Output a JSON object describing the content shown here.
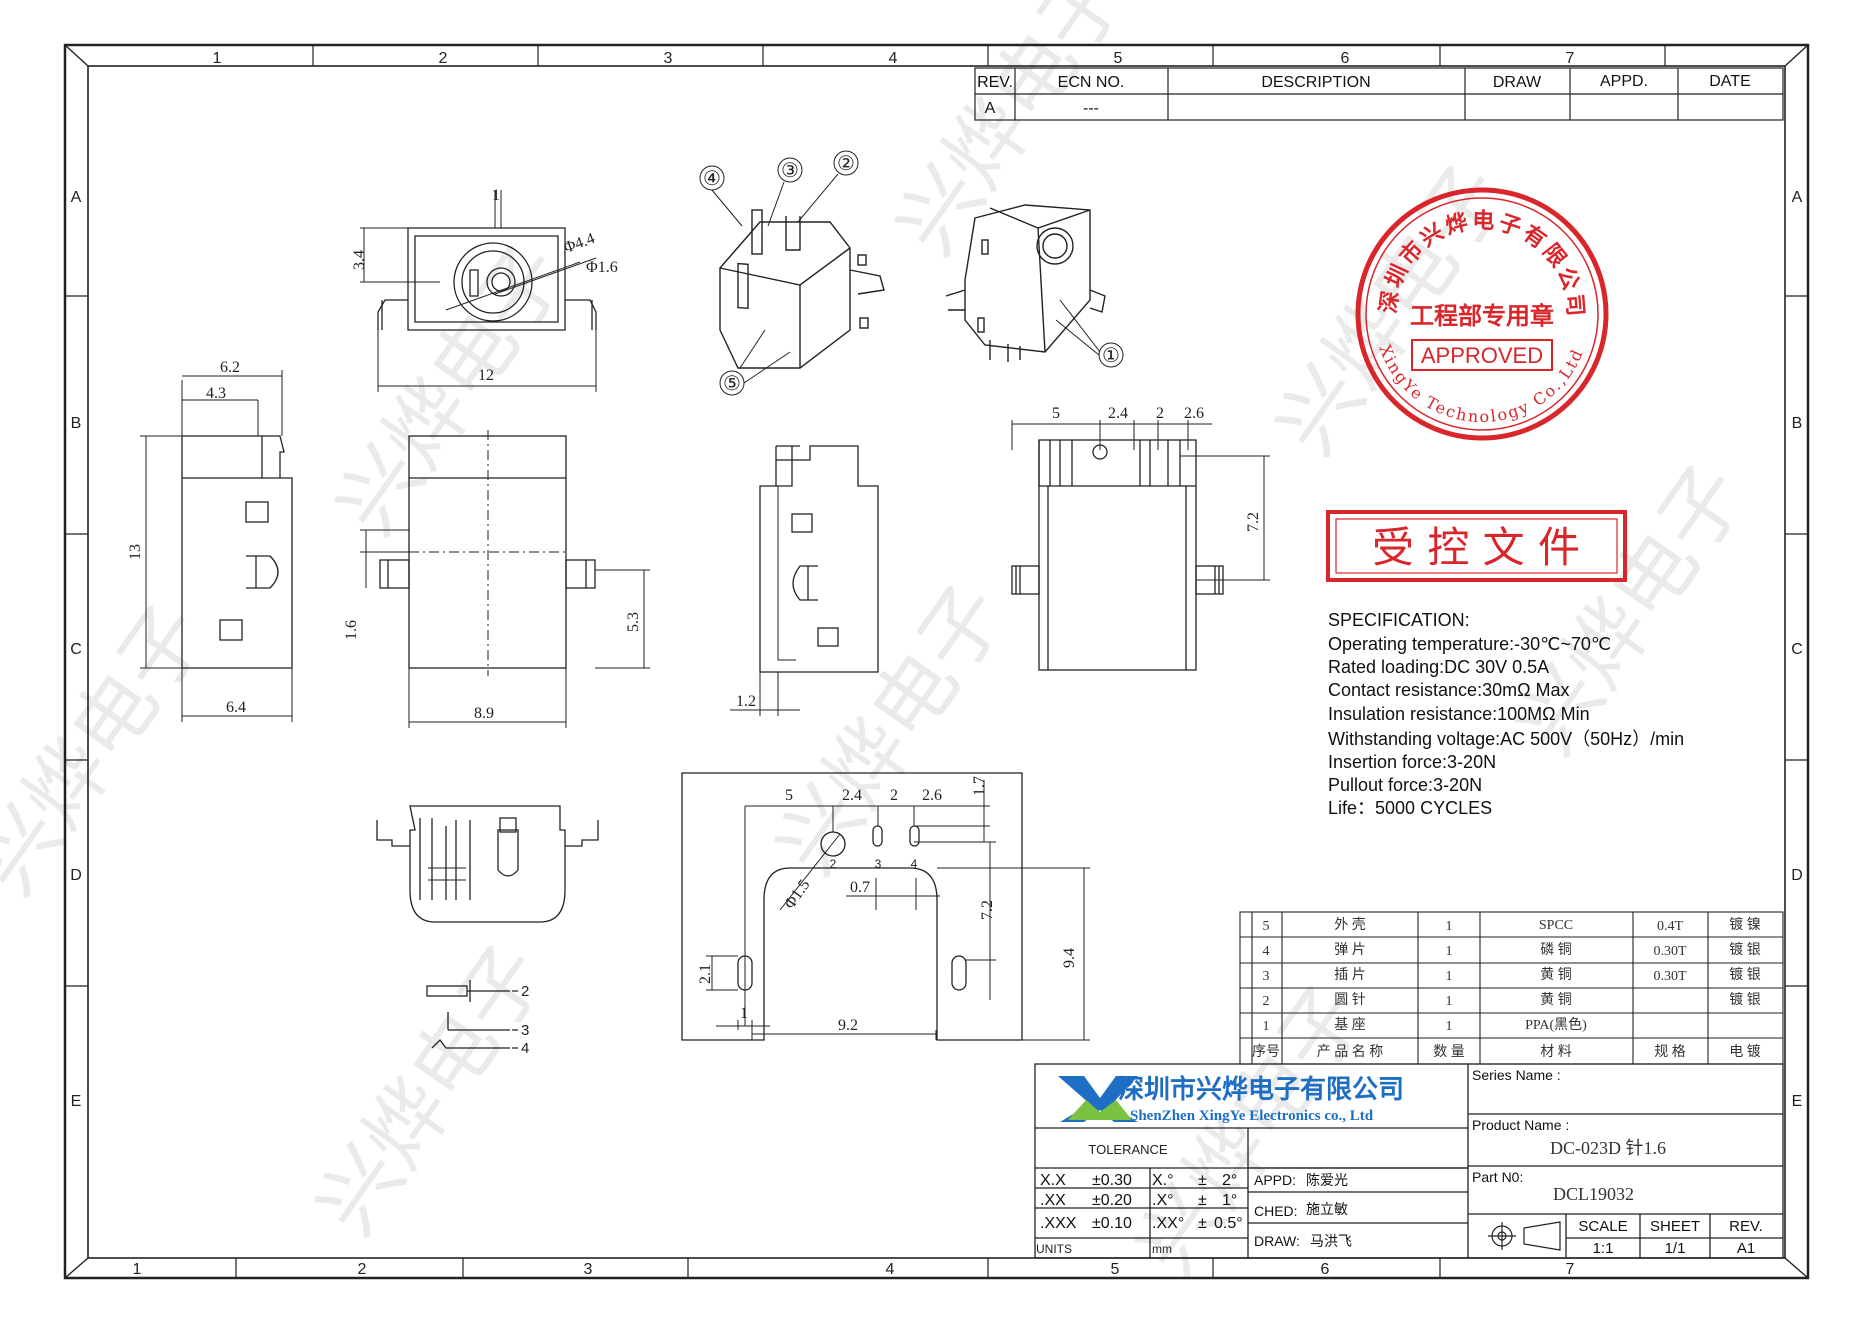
{
  "border": {
    "col_labels": [
      "1",
      "2",
      "3",
      "4",
      "5",
      "6",
      "7"
    ],
    "row_labels": [
      "A",
      "B",
      "C",
      "D",
      "E"
    ]
  },
  "revision_table": {
    "headers": [
      "REV.",
      "ECN NO.",
      "DESCRIPTION",
      "DRAW",
      "APPD.",
      "DATE"
    ],
    "row": [
      "A",
      "---",
      "",
      "",
      "",
      ""
    ]
  },
  "dimensions": {
    "top_view": [
      "1",
      "3.4",
      "Φ4.4",
      "Φ1.6",
      "12"
    ],
    "side_view": [
      "6.2",
      "4.3",
      "13",
      "6.4"
    ],
    "front_view": [
      "1.6",
      "5.3",
      "8.9"
    ],
    "right_view": [
      "1.2"
    ],
    "back_view": [
      "5",
      "2.4",
      "2",
      "2.6",
      "7.2"
    ],
    "pcb_layout": [
      "5",
      "2.4",
      "2",
      "2.6",
      "1.7",
      "Φ1.5",
      "0.7",
      "7.2",
      "9.4",
      "2.1",
      "1",
      "9.2"
    ]
  },
  "callouts": [
    "①",
    "②",
    "③",
    "④",
    "⑤"
  ],
  "pcb_hole_numbers": [
    "2",
    "3",
    "4"
  ],
  "pin_schematic": [
    "2",
    "3",
    "4"
  ],
  "stamp": {
    "ring_text": "深圳市兴烨电子有限公司",
    "ring_text_en": "XingYe Technology Co.,Ltd",
    "middle": "工程部专用章",
    "approved": "APPROVED",
    "controlled": "受 控 文 件",
    "color": "#d9262b"
  },
  "specification": {
    "title": "SPECIFICATION:",
    "lines": [
      "Operating temperature:-30℃~70℃",
      "Rated loading:DC 30V 0.5A",
      "Contact resistance:30mΩ Max",
      "Insulation resistance:100MΩ Min",
      "Withstanding voltage:AC 500V（50Hz）/min",
      "Insertion force:3-20N",
      "Pullout force:3-20N",
      "Life：5000 CYCLES"
    ]
  },
  "bom": {
    "rows": [
      [
        "5",
        "外 壳",
        "1",
        "SPCC",
        "0.4T",
        "镀 镍"
      ],
      [
        "4",
        "弹 片",
        "1",
        "磷 铜",
        "0.30T",
        "镀 银"
      ],
      [
        "3",
        "插 片",
        "1",
        "黄 铜",
        "0.30T",
        "镀 银"
      ],
      [
        "2",
        "圆 针",
        "1",
        "黄 铜",
        "",
        "镀 银"
      ],
      [
        "1",
        "基 座",
        "1",
        "PPA(黑色)",
        "",
        ""
      ]
    ],
    "headers": [
      "序号",
      "产 品 名 称",
      "数 量",
      "材 料",
      "规 格",
      "电 镀"
    ]
  },
  "company": {
    "name_cn": "深圳市兴烨电子有限公司",
    "name_en": "ShenZhen XingYe Electronics co., Ltd",
    "brand_color": "#1e6fc4",
    "accent_color": "#7cc242"
  },
  "tolerance": {
    "title": "TOLERANCE",
    "rows": [
      [
        "X.X",
        "±0.30",
        "X.°",
        "±",
        "2°"
      ],
      [
        ".XX",
        "±0.20",
        ".X°",
        "±",
        "1°"
      ],
      [
        ".XXX",
        "±0.10",
        ".XX°",
        "±",
        "0.5°"
      ]
    ],
    "units_label": "UNITS",
    "units_value": "mm"
  },
  "signoff": {
    "appd_label": "APPD:",
    "appd": "陈爱光",
    "ched_label": "CHED:",
    "ched": "施立敏",
    "draw_label": "DRAW:",
    "draw": "马洪飞"
  },
  "title_block": {
    "series_label": "Series Name :",
    "series": "",
    "product_label": "Product Name :",
    "product": "DC-023D 针1.6",
    "part_label": "Part N0:",
    "part": "DCL19032",
    "scale_label": "SCALE",
    "scale": "1:1",
    "sheet_label": "SHEET",
    "sheet": "1/1",
    "rev_label": "REV.",
    "rev": "A1"
  },
  "watermark": "兴烨电子"
}
